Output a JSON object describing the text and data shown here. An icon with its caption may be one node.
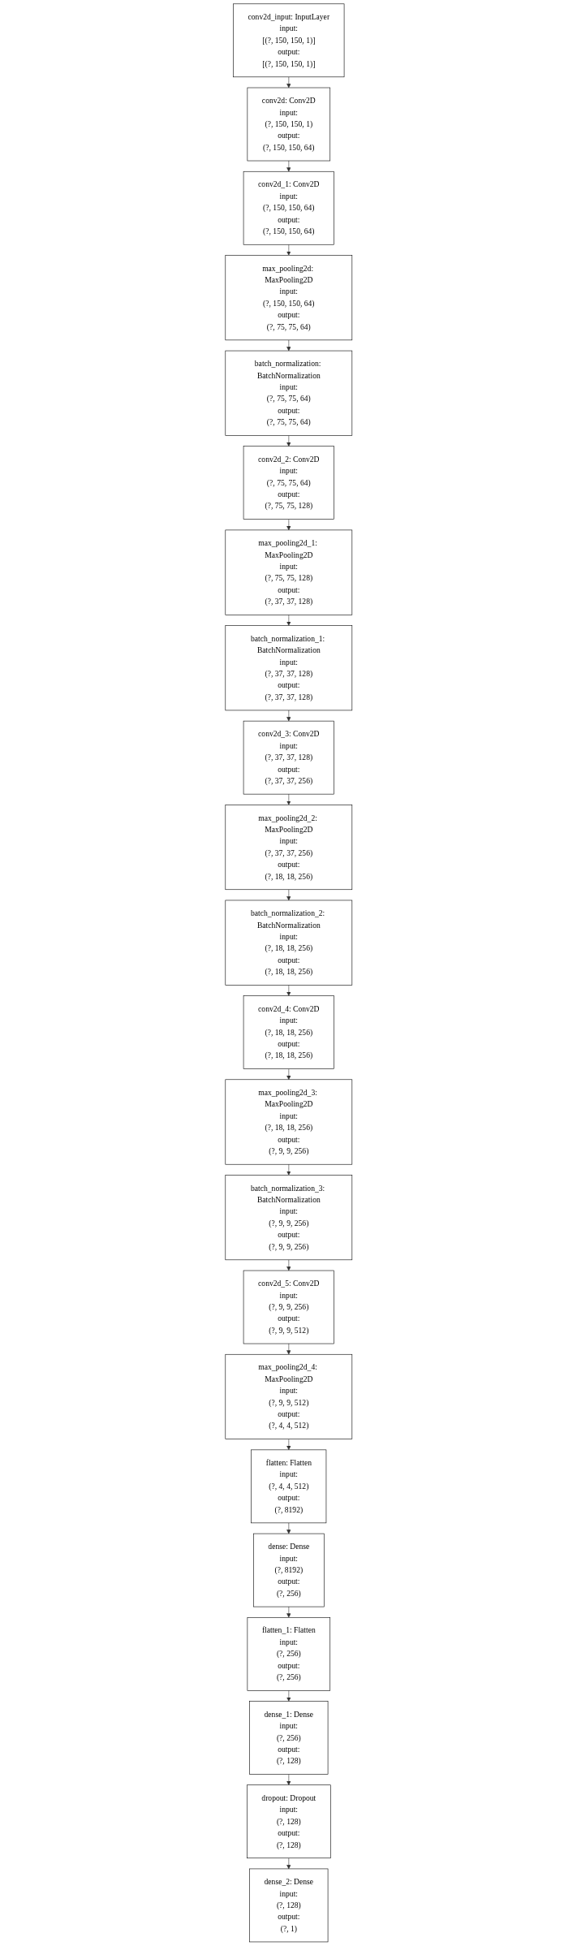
{
  "diagram": {
    "nodes": [
      {
        "text": [
          "conv2d_input: InputLayer",
          "input:",
          "[(?, 150, 150, 1)]",
          "output:",
          "[(?, 150, 150, 1)]"
        ]
      },
      {
        "text": [
          "conv2d: Conv2D",
          "input:",
          "(?, 150, 150, 1)",
          "output:",
          "(?, 150, 150, 64)"
        ]
      },
      {
        "text": [
          "conv2d_1: Conv2D",
          "input:",
          "(?, 150, 150, 64)",
          "output:",
          "(?, 150, 150, 64)"
        ]
      },
      {
        "text": [
          "max_pooling2d: MaxPooling2D",
          "input:",
          "(?, 150, 150, 64)",
          "output:",
          "(?, 75, 75, 64)"
        ]
      },
      {
        "text": [
          "batch_normalization: BatchNormalization",
          "input:",
          "(?, 75, 75, 64)",
          "output:",
          "(?, 75, 75, 64)"
        ]
      },
      {
        "text": [
          "conv2d_2: Conv2D",
          "input:",
          "(?, 75, 75, 64)",
          "output:",
          "(?, 75, 75, 128)"
        ]
      },
      {
        "text": [
          "max_pooling2d_1: MaxPooling2D",
          "input:",
          "(?, 75, 75, 128)",
          "output:",
          "(?, 37, 37, 128)"
        ]
      },
      {
        "text": [
          "batch_normalization_1: BatchNormalization",
          "input:",
          "(?, 37, 37, 128)",
          "output:",
          "(?, 37, 37, 128)"
        ]
      },
      {
        "text": [
          "conv2d_3: Conv2D",
          "input:",
          "(?, 37, 37, 128)",
          "output:",
          "(?, 37, 37, 256)"
        ]
      },
      {
        "text": [
          "max_pooling2d_2: MaxPooling2D",
          "input:",
          "(?, 37, 37, 256)",
          "output:",
          "(?, 18, 18, 256)"
        ]
      },
      {
        "text": [
          "batch_normalization_2: BatchNormalization",
          "input:",
          "(?, 18, 18, 256)",
          "output:",
          "(?, 18, 18, 256)"
        ]
      },
      {
        "text": [
          "conv2d_4: Conv2D",
          "input:",
          "(?, 18, 18, 256)",
          "output:",
          "(?, 18, 18, 256)"
        ]
      },
      {
        "text": [
          "max_pooling2d_3: MaxPooling2D",
          "input:",
          "(?, 18, 18, 256)",
          "output:",
          "(?, 9, 9, 256)"
        ]
      },
      {
        "text": [
          "batch_normalization_3: BatchNormalization",
          "input:",
          "(?, 9, 9, 256)",
          "output:",
          "(?, 9, 9, 256)"
        ]
      },
      {
        "text": [
          "conv2d_5: Conv2D",
          "input:",
          "(?, 9, 9, 256)",
          "output:",
          "(?, 9, 9, 512)"
        ]
      },
      {
        "text": [
          "max_pooling2d_4: MaxPooling2D",
          "input:",
          "(?, 9, 9, 512)",
          "output:",
          "(?, 4, 4, 512)"
        ]
      },
      {
        "text": [
          "flatten: Flatten",
          "input:",
          "(?, 4, 4, 512)",
          "output:",
          "(?, 8192)"
        ]
      },
      {
        "text": [
          "dense: Dense",
          "input:",
          "(?, 8192)",
          "output:",
          "(?, 256)"
        ]
      },
      {
        "text": [
          "flatten_1: Flatten",
          "input:",
          "(?, 256)",
          "output:",
          "(?, 256)"
        ]
      },
      {
        "text": [
          "dense_1: Dense",
          "input:",
          "(?, 256)",
          "output:",
          "(?, 128)"
        ]
      },
      {
        "text": [
          "dropout: Dropout",
          "input:",
          "(?, 128)",
          "output:",
          "(?, 128)"
        ]
      },
      {
        "text": [
          "dense_2: Dense",
          "input:",
          "(?, 128)",
          "output:",
          "(?, 1)"
        ]
      }
    ],
    "edges": [
      {
        "from": 0,
        "to": 1,
        "arrow": "to"
      },
      {
        "from": 1,
        "to": 2,
        "arrow": "to"
      },
      {
        "from": 2,
        "to": 3,
        "arrow": "to"
      },
      {
        "from": 3,
        "to": 4,
        "arrow": "to"
      },
      {
        "from": 4,
        "to": 5,
        "arrow": "to"
      },
      {
        "from": 5,
        "to": 6,
        "arrow": "to"
      },
      {
        "from": 6,
        "to": 7,
        "arrow": "to"
      },
      {
        "from": 7,
        "to": 8,
        "arrow": "to"
      },
      {
        "from": 8,
        "to": 9,
        "arrow": "to"
      },
      {
        "from": 9,
        "to": 10,
        "arrow": "to"
      },
      {
        "from": 10,
        "to": 11,
        "arrow": "to"
      },
      {
        "from": 11,
        "to": 12,
        "arrow": "to"
      },
      {
        "from": 12,
        "to": 13,
        "arrow": "to"
      },
      {
        "from": 13,
        "to": 14,
        "arrow": "to"
      },
      {
        "from": 14,
        "to": 15,
        "arrow": "to"
      },
      {
        "from": 15,
        "to": 16,
        "arrow": "to"
      },
      {
        "from": 16,
        "to": 17,
        "arrow": "to"
      },
      {
        "from": 17,
        "to": 18,
        "arrow": "to"
      },
      {
        "from": 18,
        "to": 19,
        "arrow": "to"
      },
      {
        "from": 19,
        "to": 20,
        "arrow": "to"
      },
      {
        "from": 20,
        "to": 21,
        "arrow": "to"
      }
    ]
  }
}
